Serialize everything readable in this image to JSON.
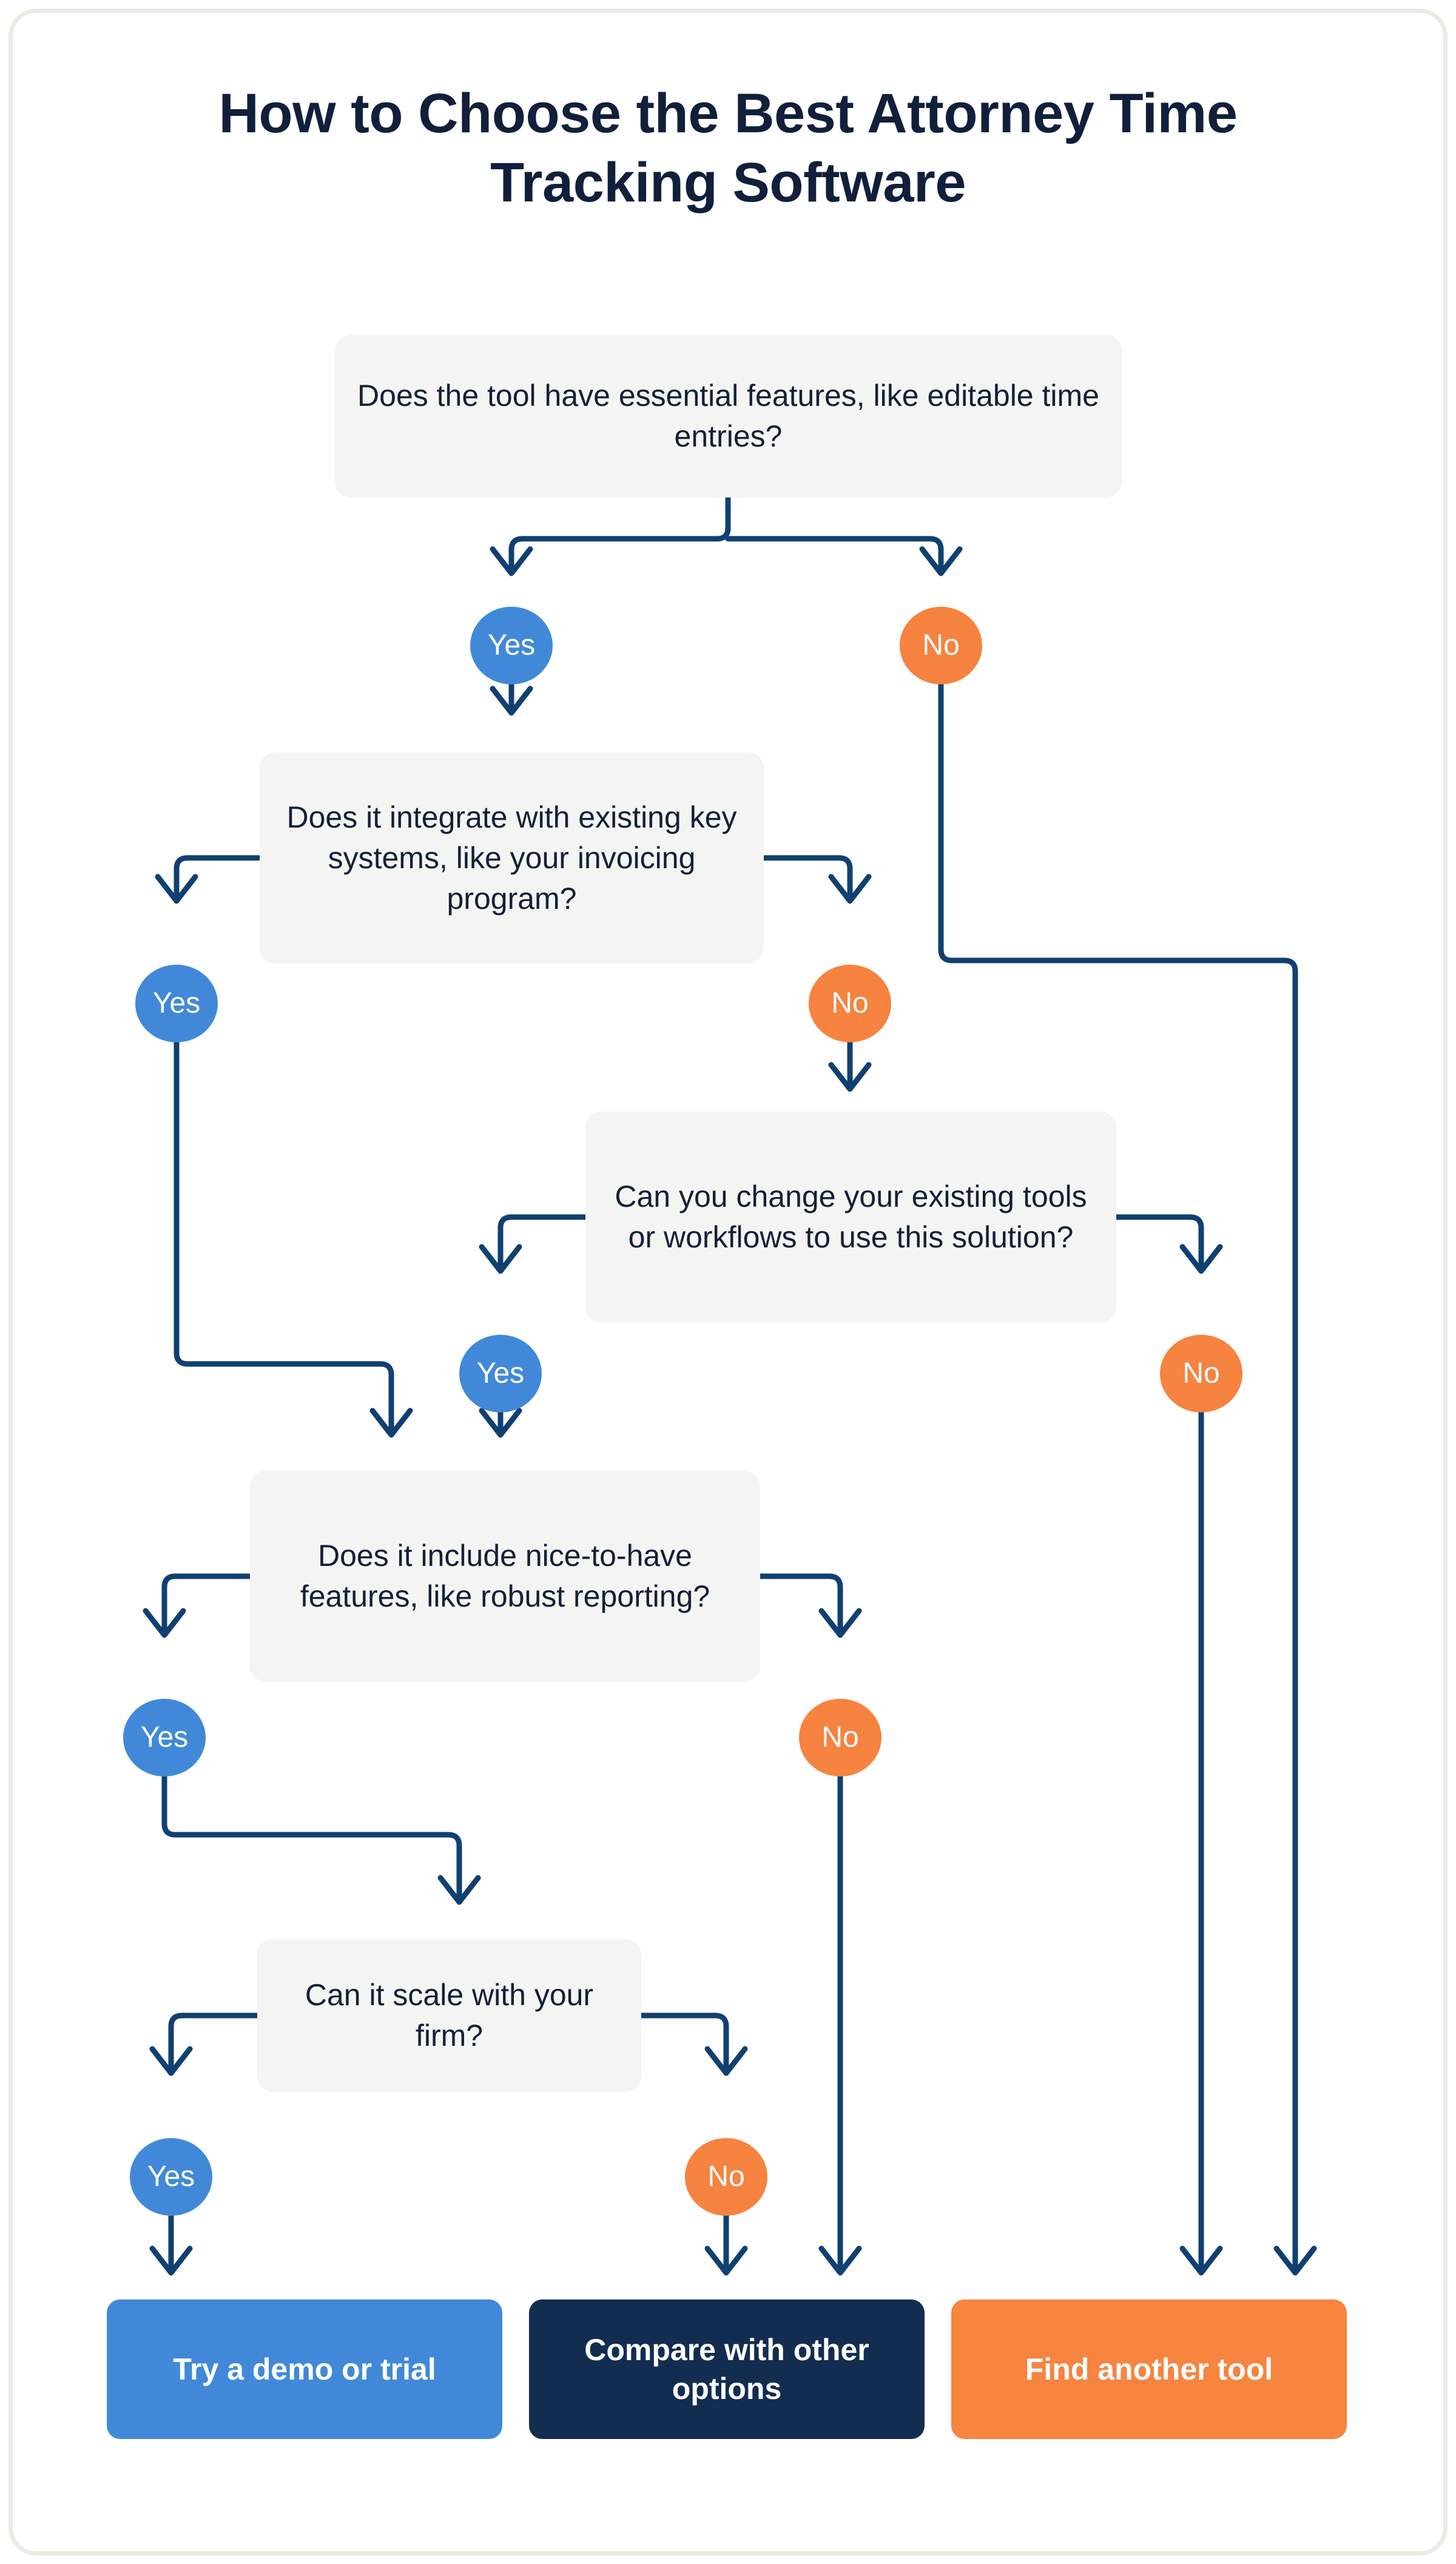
{
  "title": "How to Choose the Best Attorney Time Tracking Software",
  "colors": {
    "background": "#ffffff",
    "card_border": "#eceae3",
    "title_text": "#111f3b",
    "box_fill": "#f4f4f2",
    "box_text": "#122038",
    "connector": "#104071",
    "yes": "#4189d8",
    "no": "#f6833f",
    "outcome_blue": "#4189d8",
    "outcome_navy": "#122d4f",
    "outcome_orange": "#f7843f"
  },
  "chart_data": {
    "type": "flowchart",
    "title": "How to Choose the Best Attorney Time Tracking Software",
    "nodes": [
      {
        "id": "q1",
        "kind": "question",
        "text": "Does the tool have essential features, like editable time entries?"
      },
      {
        "id": "q2",
        "kind": "question",
        "text": "Does it integrate with existing key systems, like your invoicing program?"
      },
      {
        "id": "q3",
        "kind": "question",
        "text": "Can you change your existing tools or workflows to use this solution?"
      },
      {
        "id": "q4",
        "kind": "question",
        "text": "Does it include nice-to-have features, like robust reporting?"
      },
      {
        "id": "q5",
        "kind": "question",
        "text": "Can it scale with your firm?"
      },
      {
        "id": "o1",
        "kind": "outcome",
        "text": "Try a demo or trial",
        "color": "#4189d8"
      },
      {
        "id": "o2",
        "kind": "outcome",
        "text": "Compare with other options",
        "color": "#122d4f"
      },
      {
        "id": "o3",
        "kind": "outcome",
        "text": "Find another tool",
        "color": "#f7843f"
      }
    ],
    "edges": [
      {
        "from": "q1",
        "label": "Yes",
        "to": "q2"
      },
      {
        "from": "q1",
        "label": "No",
        "to": "o3"
      },
      {
        "from": "q2",
        "label": "Yes",
        "to": "q4"
      },
      {
        "from": "q2",
        "label": "No",
        "to": "q3"
      },
      {
        "from": "q3",
        "label": "Yes",
        "to": "q4"
      },
      {
        "from": "q3",
        "label": "No",
        "to": "o3"
      },
      {
        "from": "q4",
        "label": "Yes",
        "to": "q5"
      },
      {
        "from": "q4",
        "label": "No",
        "to": "o2"
      },
      {
        "from": "q5",
        "label": "Yes",
        "to": "o1"
      },
      {
        "from": "q5",
        "label": "No",
        "to": "o2"
      }
    ]
  },
  "boxes": {
    "q1": "Does the tool have essential features, like editable time entries?",
    "q2": "Does it integrate with existing key systems, like your invoicing program?",
    "q3": "Can you change your existing tools or workflows to use this solution?",
    "q4": "Does it include nice-to-have features, like robust reporting?",
    "q5": "Can it scale with your firm?"
  },
  "labels": {
    "yes": "Yes",
    "no": "No"
  },
  "outcomes": {
    "demo": "Try a demo or trial",
    "compare": "Compare with other options",
    "find": "Find another tool"
  }
}
